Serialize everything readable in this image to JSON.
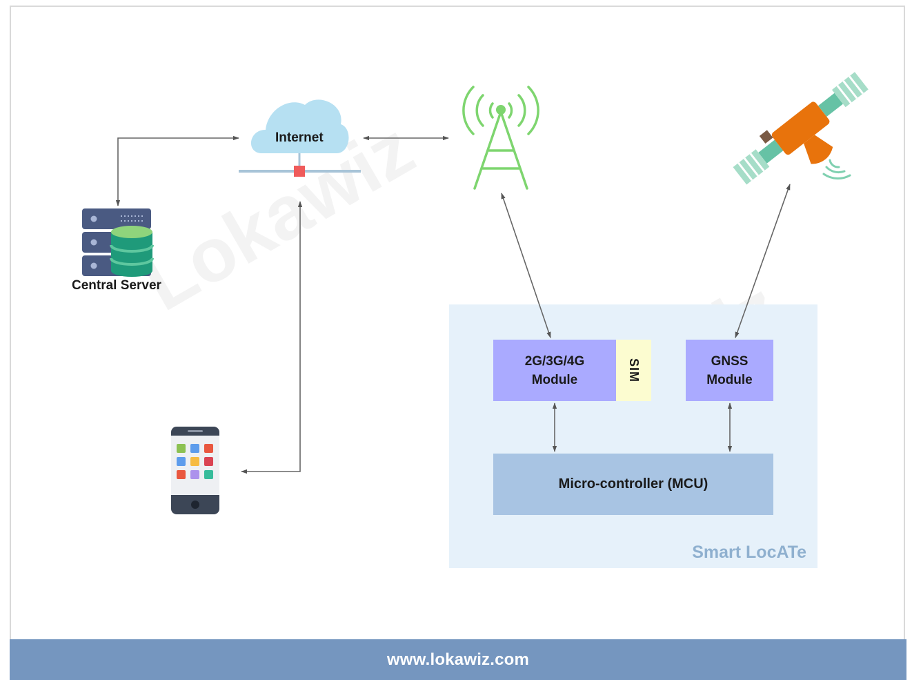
{
  "nodes": {
    "server_label": "Central Server",
    "internet_label": "Internet",
    "cell_module_label": "2G/3G/4G\nModule",
    "sim_label": "SIM",
    "gnss_module_label": "GNSS\nModule",
    "mcu_label": "Micro-controller (MCU)",
    "device_name": "Smart LocATe"
  },
  "footer": {
    "url": "www.lokawiz.com"
  },
  "watermark": {
    "text": "Lokawiz"
  },
  "icons": {
    "server": "server-database-icon",
    "cloud": "cloud-network-icon",
    "tower": "cell-tower-icon",
    "satellite": "satellite-icon",
    "phone": "smartphone-icon"
  },
  "colors": {
    "footer": "#7596bf",
    "panel": "#e6f1fa",
    "module": "#aaaaff",
    "sim": "#fcfcd0",
    "mcu": "#a8c4e3",
    "arrow": "#555555"
  }
}
